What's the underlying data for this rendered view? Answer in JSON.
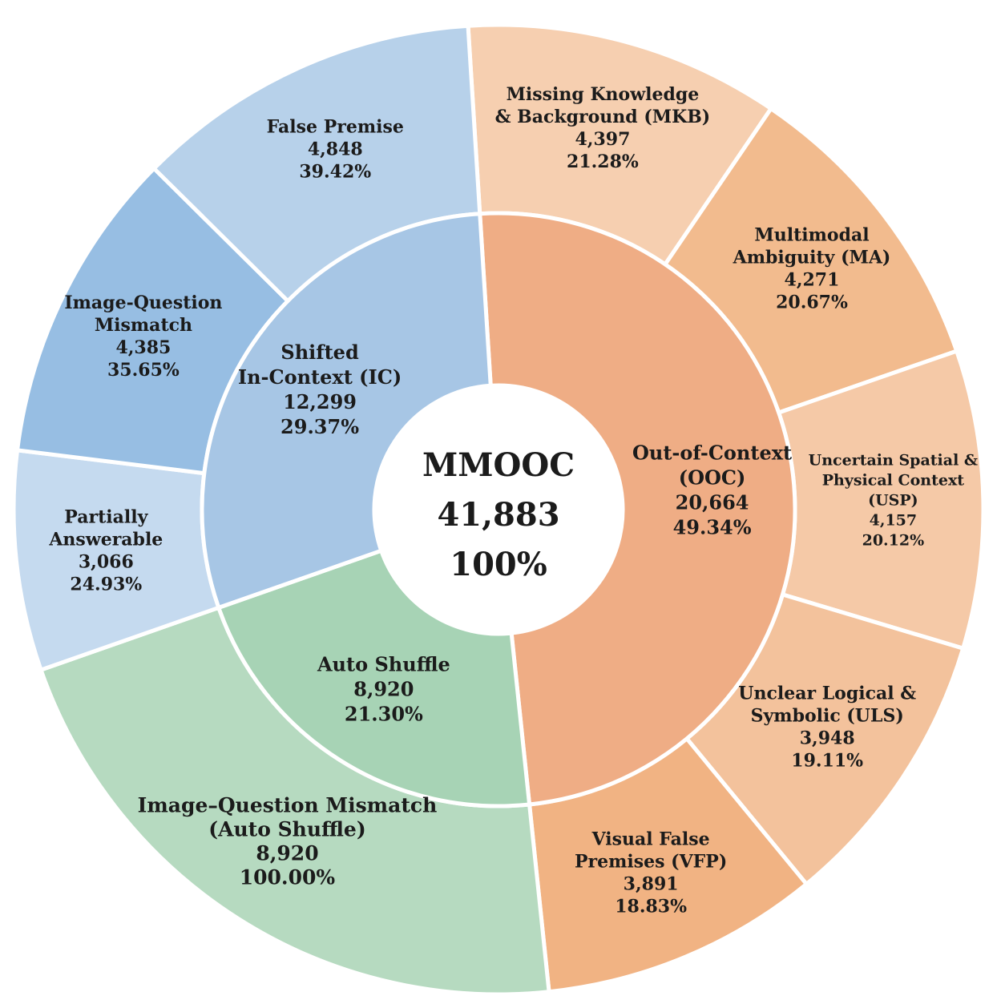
{
  "chart_data": {
    "type": "sunburst",
    "center": {
      "name": "MMOOC",
      "count": "41,883",
      "percent": "100%"
    },
    "inner_ring": [
      {
        "key": "ooc",
        "label_lines": [
          "Out-of-Context",
          "(OOC)"
        ],
        "count": "20,664",
        "percent": "49.34%",
        "value": 20664,
        "color": "#EFAD85"
      },
      {
        "key": "auto",
        "label_lines": [
          "Auto Shuffle"
        ],
        "count": "8,920",
        "percent": "21.30%",
        "value": 8920,
        "color": "#A7D3B5"
      },
      {
        "key": "ic",
        "label_lines": [
          "Shifted",
          "In-Context (IC)"
        ],
        "count": "12,299",
        "percent": "29.37%",
        "value": 12299,
        "color": "#A7C6E5"
      }
    ],
    "outer_ring": [
      {
        "parent": "ooc",
        "label_lines": [
          "Missing Knowledge",
          "& Background (MKB)"
        ],
        "count": "4,397",
        "percent": "21.28%",
        "value": 4397,
        "color": "#F6CFB0"
      },
      {
        "parent": "ooc",
        "label_lines": [
          "Multimodal",
          "Ambiguity (MA)"
        ],
        "count": "4,271",
        "percent": "20.67%",
        "value": 4271,
        "color": "#F2BB8E"
      },
      {
        "parent": "ooc",
        "label_lines": [
          "Uncertain Spatial &",
          "Physical Context",
          "(USP)"
        ],
        "count": "4,157",
        "percent": "20.12%",
        "value": 4157,
        "color": "#F5C9A7"
      },
      {
        "parent": "ooc",
        "label_lines": [
          "Unclear Logical &",
          "Symbolic (ULS)"
        ],
        "count": "3,948",
        "percent": "19.11%",
        "value": 3948,
        "color": "#F3C29C"
      },
      {
        "parent": "ooc",
        "label_lines": [
          "Visual False",
          "Premises (VFP)"
        ],
        "count": "3,891",
        "percent": "18.83%",
        "value": 3891,
        "color": "#F1B383"
      },
      {
        "parent": "auto",
        "label_lines": [
          "Image–Question Mismatch",
          "(Auto Shuffle)"
        ],
        "count": "8,920",
        "percent": "100.00%",
        "value": 8920,
        "color": "#B6DAC0"
      },
      {
        "parent": "ic",
        "label_lines": [
          "Partially",
          "Answerable"
        ],
        "count": "3,066",
        "percent": "24.93%",
        "value": 3066,
        "color": "#C5DAEF"
      },
      {
        "parent": "ic",
        "label_lines": [
          "Image-Question",
          "Mismatch"
        ],
        "count": "4,385",
        "percent": "35.65%",
        "value": 4385,
        "color": "#97BEE3"
      },
      {
        "parent": "ic",
        "label_lines": [
          "False Premise"
        ],
        "count": "4,848",
        "percent": "39.42%",
        "value": 4848,
        "color": "#B7D1EA"
      }
    ]
  }
}
